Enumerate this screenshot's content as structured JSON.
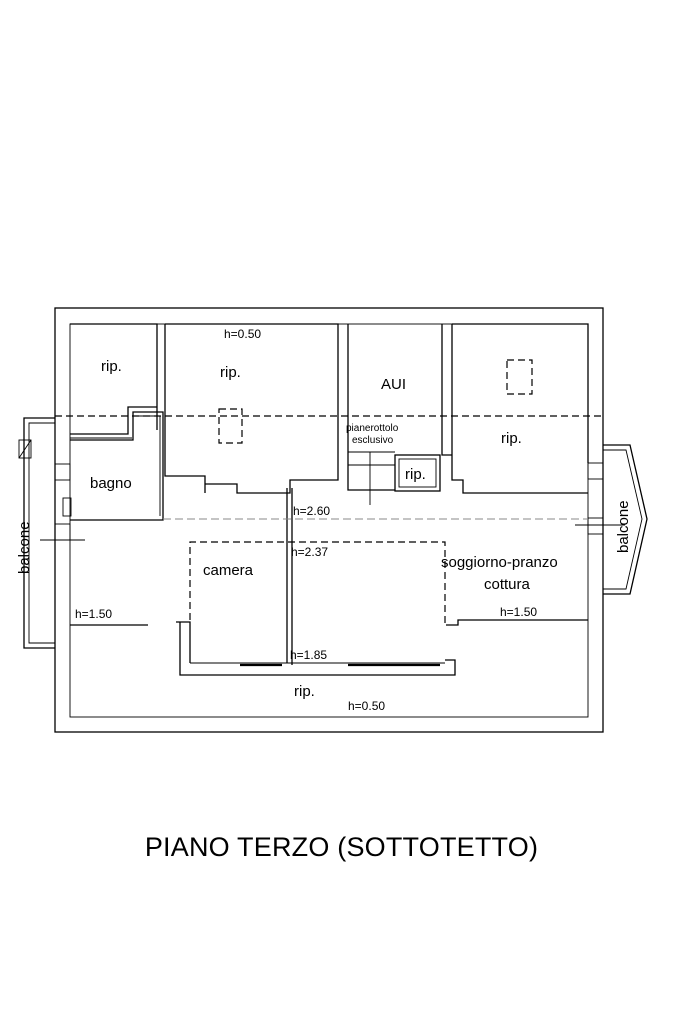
{
  "title": "PIANO TERZO (SOTTOTETTO)",
  "rooms": {
    "rip_top_left": "rip.",
    "rip_top_center": "rip.",
    "aui": "AUI",
    "rip_right": "rip.",
    "pianerottolo_1": "pianerottolo",
    "pianerottolo_2": "esclusivo",
    "rip_small": "rip.",
    "bagno": "bagno",
    "camera": "camera",
    "soggiorno_1": "soggiorno-pranzo",
    "soggiorno_2": "cottura",
    "rip_bottom": "rip.",
    "balcone_left": "balcone",
    "balcone_right": "balcone"
  },
  "heights": {
    "top": "h=0.50",
    "center": "h=2.60",
    "center2": "h=2.37",
    "left": "h=1.50",
    "right": "h=1.50",
    "lower": "h=1.85",
    "bottom": "h=0.50"
  }
}
